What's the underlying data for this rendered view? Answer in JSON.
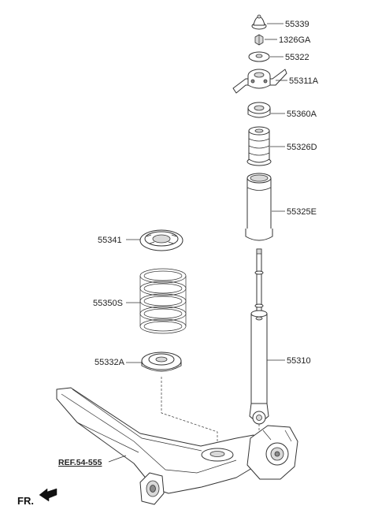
{
  "parts": {
    "p55339": "55339",
    "p1326GA": "1326GA",
    "p55322": "55322",
    "p55311A": "55311A",
    "p55360A": "55360A",
    "p55326D": "55326D",
    "p55325E": "55325E",
    "p55341": "55341",
    "p55350S": "55350S",
    "p55332A": "55332A",
    "p55310": "55310"
  },
  "reference": "REF.54-555",
  "direction_label": "FR."
}
